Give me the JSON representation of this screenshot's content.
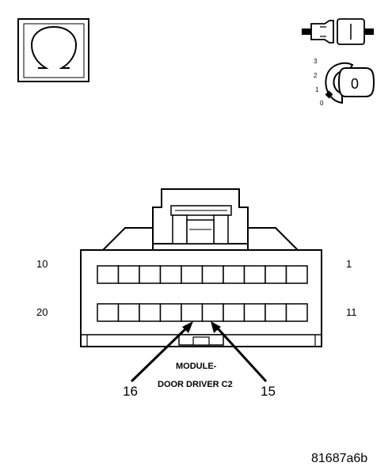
{
  "icons": {
    "ohm": "ohmmeter-icon",
    "connector": "disconnected-connector-icon",
    "ignition": "ignition-key-off-icon"
  },
  "ignition": {
    "positions": [
      "3",
      "2",
      "1",
      "0"
    ],
    "key_label": "0"
  },
  "connector": {
    "pin_count": 20,
    "row_top_left_label": "10",
    "row_top_right_label": "1",
    "row_bottom_left_label": "20",
    "row_bottom_right_label": "11",
    "callouts": [
      {
        "pin": 16,
        "label": "16"
      },
      {
        "pin": 15,
        "label": "15"
      }
    ],
    "name_line1": "MODULE-",
    "name_line2": "DOOR DRIVER C2"
  },
  "figure_id": "81687a6b"
}
